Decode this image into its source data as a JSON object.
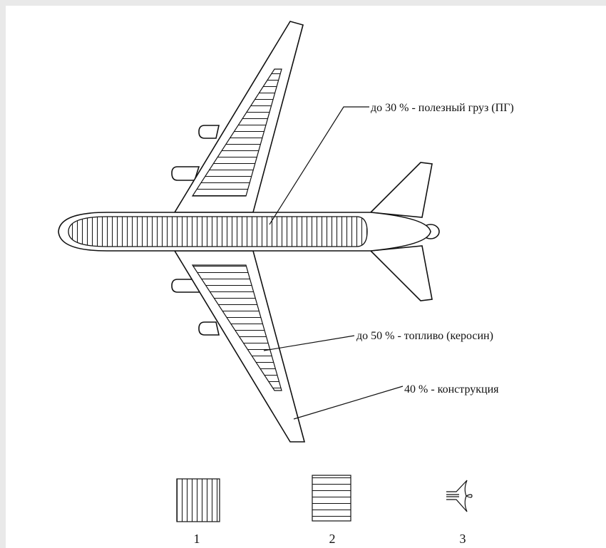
{
  "labels": {
    "payload": "до 30 % - полезный груз (ПГ)",
    "fuel": "до 50 % - топливо (керосин)",
    "structure": "40 % - конструкция"
  },
  "legend": [
    {
      "number": "1",
      "symbol": "vertical-hatch"
    },
    {
      "number": "2",
      "symbol": "horizontal-hatch"
    },
    {
      "number": "3",
      "symbol": "airplane-outline"
    }
  ],
  "colors": {
    "line": "#111111",
    "background": "#ffffff",
    "frame": "#e9e9e9"
  }
}
